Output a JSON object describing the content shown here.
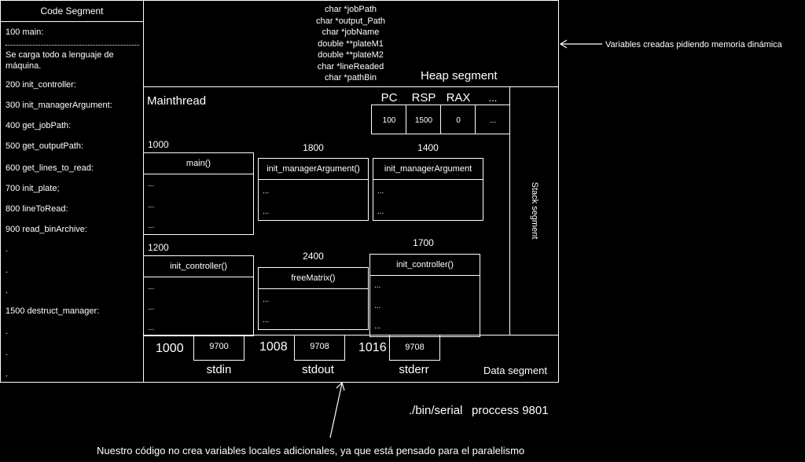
{
  "code_segment": {
    "title": "Code Segment",
    "lines": [
      "100 main:",
      "Se carga todo a lenguaje de",
      "máquina.",
      "200 init_controller:",
      "300 init_managerArgument:",
      "400 get_jobPath:",
      "500 get_outputPath:",
      "600 get_lines_to_read:",
      "700 init_plate;",
      "800 lineToRead:",
      "900 read_binArchive:",
      ".",
      ".",
      ".",
      "1500 destruct_manager:",
      ".",
      ".",
      "."
    ]
  },
  "heap": {
    "variables": [
      "char *jobPath",
      "char *output_Path",
      "char *jobName",
      "double **plateM1",
      "double **plateM2",
      "char *lineReaded",
      "char *pathBin"
    ],
    "label": "Heap segment",
    "annotation": "Variables creadas pidiendo memoria dinámica"
  },
  "mainthread": {
    "label": "Mainthread",
    "registers": [
      {
        "name": "PC",
        "value": "100"
      },
      {
        "name": "RSP",
        "value": "1500"
      },
      {
        "name": "RAX",
        "value": "0"
      },
      {
        "name": "...",
        "value": "..."
      }
    ]
  },
  "stack": {
    "label": "Stack segment",
    "frames": [
      {
        "address": "1000",
        "name": "main()",
        "items": [
          "...",
          "...",
          "..."
        ]
      },
      {
        "address": "1800",
        "name": "init_managerArgument()",
        "items": [
          "...",
          "..."
        ]
      },
      {
        "address": "1400",
        "name": "init_managerArgument",
        "items": [
          "...",
          "..."
        ]
      },
      {
        "address": "1200",
        "name": "init_controller()",
        "items": [
          "...",
          "...",
          "..."
        ]
      },
      {
        "address": "2400",
        "name": "freeMatrix()",
        "items": [
          "...",
          "..."
        ]
      },
      {
        "address": "1700",
        "name": "init_controller()",
        "items": [
          "...",
          "...",
          "..."
        ]
      }
    ]
  },
  "data_segment": {
    "label": "Data segment",
    "streams": [
      {
        "address": "1000",
        "value": "9700",
        "name": "stdin"
      },
      {
        "address": "1008",
        "value": "9708",
        "name": "stdout"
      },
      {
        "address": "1016",
        "value": "9708",
        "name": "stderr"
      }
    ]
  },
  "process": {
    "path": "./bin/serial",
    "label": "proccess 9801"
  },
  "footer_note": "Nuestro código no crea variables locales adicionales, ya que está pensado para el paralelismo",
  "colors": {
    "background": "#000000",
    "foreground": "#ffffff"
  }
}
